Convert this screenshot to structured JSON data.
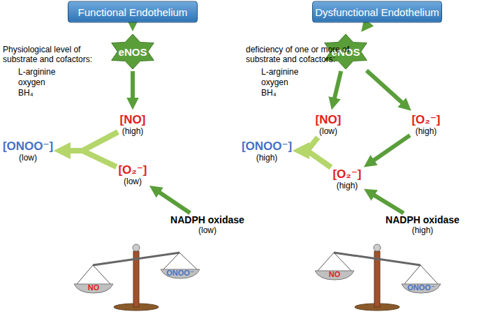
{
  "diagram": {
    "nodes": [
      {
        "text": [
          "Functional Endothelium"
        ]
      },
      {
        "text": [
          "eNOS"
        ]
      },
      {
        "text": [
          "[NO]",
          "(high)"
        ]
      },
      {
        "text": [
          "[O₂⁻]",
          "(low)"
        ]
      },
      {
        "text": [
          "NADPH oxidase",
          "(low)"
        ]
      },
      {
        "text": [
          "[ONOO⁻]",
          "(low)"
        ]
      },
      {
        "text": [
          "Dysfunctional Endothelium"
        ]
      },
      {
        "text": [
          "eNOS"
        ]
      },
      {
        "text": [
          "[NO]",
          "(low)"
        ]
      },
      {
        "text": [
          "[O₂⁻]",
          "(high)"
        ]
      },
      {
        "text": [
          "[O₂⁻]",
          "(high)"
        ]
      },
      {
        "text": [
          "NADPH oxidase",
          "(high)"
        ]
      },
      {
        "text": [
          "[ONOO⁻]",
          "(high)"
        ]
      }
    ],
    "edges": [
      {
        "from": 0,
        "to": 1,
        "arrow": "to"
      },
      {
        "from": 1,
        "to": 2,
        "arrow": "to"
      },
      {
        "from": 4,
        "to": 3,
        "arrow": "to"
      },
      {
        "from": 2,
        "to": 5,
        "arrow": "to"
      },
      {
        "from": 3,
        "to": 5,
        "arrow": "to"
      },
      {
        "from": 6,
        "to": 7,
        "arrow": "to"
      },
      {
        "from": 7,
        "to": 8,
        "arrow": "to"
      },
      {
        "from": 7,
        "to": 9,
        "arrow": "to"
      },
      {
        "from": 9,
        "to": 10,
        "arrow": "to"
      },
      {
        "from": 11,
        "to": 10,
        "arrow": "to"
      },
      {
        "from": 8,
        "to": 12,
        "arrow": "to"
      },
      {
        "from": 10,
        "to": 12,
        "arrow": "to"
      }
    ],
    "labels": [
      "Physiological level of substrate and cofactors:",
      "L-arginine",
      "oxygen",
      "BH₄",
      "deficiency of one or more of substrate and cofactors:",
      "L-arginine",
      "oxygen",
      "BH₄",
      "NO",
      "ONOO⁻",
      "NO",
      "ONOO⁻"
    ]
  }
}
